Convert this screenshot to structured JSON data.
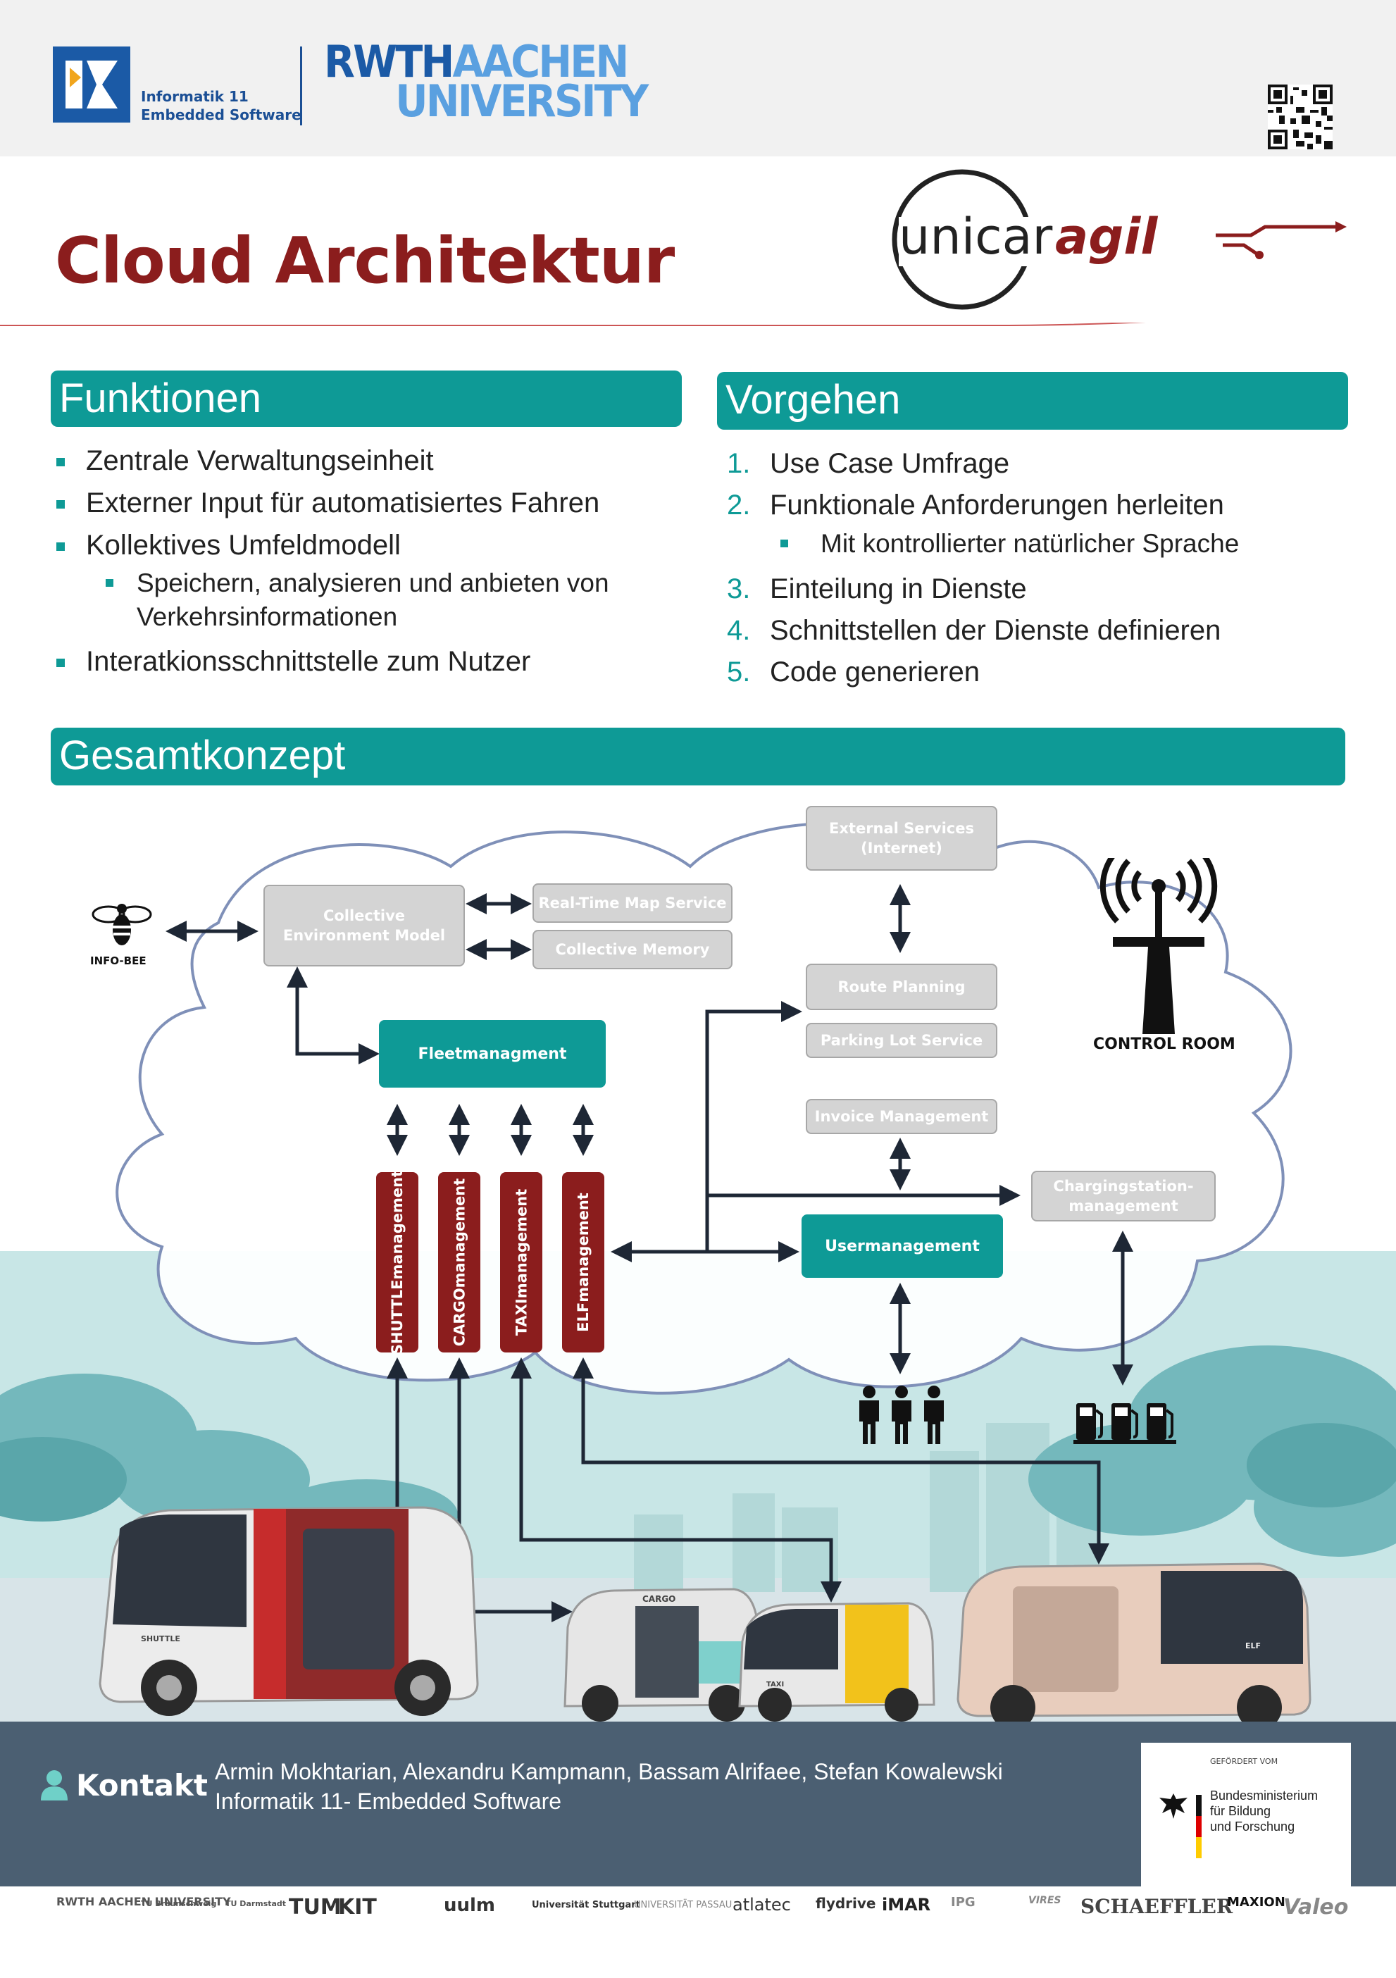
{
  "header": {
    "institute_line1": "Informatik 11",
    "institute_line2": "Embedded Software",
    "university_part1": "RWTH",
    "university_part2": "AACHEN",
    "university_part3": "UNIVERSITY",
    "project_logo_part1": "unicar",
    "project_logo_part2": "agil"
  },
  "title": "Cloud Architektur",
  "funktionen": {
    "heading": "Funktionen",
    "items": [
      "Zentrale Verwaltungseinheit",
      "Externer Input für automatisiertes Fahren",
      "Kollektives Umfeldmodell",
      "Interatkionsschnittstelle zum Nutzer"
    ],
    "sub_line1": "Speichern, analysieren und anbieten von",
    "sub_line2": "Verkehrsinformationen"
  },
  "vorgehen": {
    "heading": "Vorgehen",
    "numbers": [
      "1.",
      "2.",
      "3.",
      "4.",
      "5."
    ],
    "items": [
      "Use Case Umfrage",
      "Funktionale Anforderungen herleiten",
      "Einteilung in Dienste",
      "Schnittstellen der Dienste definieren",
      "Code generieren"
    ],
    "sub": "Mit kontrollierter natürlicher Sprache"
  },
  "gesamtkonzept": {
    "heading": "Gesamtkonzept",
    "cem_line1": "Collective",
    "cem_line2": "Environment Model",
    "real_time_map": "Real-Time Map Service",
    "collective_memory": "Collective Memory",
    "ext_line1": "External Services",
    "ext_line2": "(Internet)",
    "route_planning": "Route Planning",
    "parking_lot": "Parking Lot Service",
    "invoice": "Invoice Management",
    "charging_line1": "Chargingstation-",
    "charging_line2": "management",
    "fleet": "Fleetmanagment",
    "usermanagement": "Usermanagement",
    "shuttle": "SHUTTLEmanagement",
    "cargo": "CARGOmanagement",
    "taxi": "TAXImanagement",
    "elf": "ELFmanagement",
    "info_bee": "INFO-BEE",
    "control_room": "CONTROL ROOM",
    "vehicle_label_shuttle": "SHUTTLE",
    "vehicle_label_cargo": "CARGO",
    "vehicle_label_taxi": "TAXI",
    "vehicle_label_elf": "ELF"
  },
  "footer": {
    "kontakt": "Kontakt",
    "names": "Armin Mokhtarian, Alexandru Kampmann, Bassam Alrifaee, Stefan Kowalewski",
    "institute": "Informatik 11- Embedded Software",
    "funded_by": "GEFÖRDERT VOM",
    "ministry_line1": "Bundesministerium",
    "ministry_line2": "für Bildung",
    "ministry_line3": "und Forschung",
    "partners": [
      "RWTH AACHEN UNIVERSITY",
      "TU Braunschweig",
      "TU Darmstadt",
      "TUM",
      "KIT",
      "uulm",
      "Universität Stuttgart",
      "UNIVERSITÄT PASSAU",
      "atlatec",
      "flydrive",
      "iMAR",
      "IPG",
      "VIRES",
      "SCHAEFFLER",
      "MAXION",
      "Valeo"
    ]
  },
  "colors": {
    "teal": "#0e9a96",
    "dark_red": "#8b1d1d",
    "rwth_blue": "#1b5aa6",
    "footer": "#4b5f72"
  }
}
